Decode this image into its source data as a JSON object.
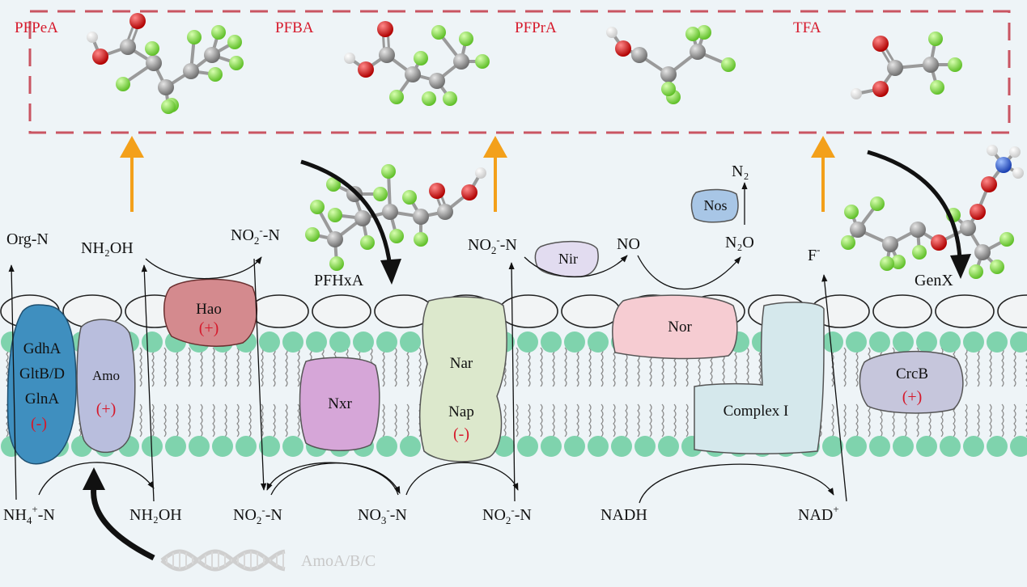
{
  "products": {
    "pfpea": "PFPeA",
    "pfba": "PFBA",
    "pfpra": "PFPrA",
    "tfa": "TFA"
  },
  "pollutants": {
    "pfhxa": "PFHxA",
    "genx": "GenX"
  },
  "species": {
    "org_n": "Org-N",
    "nh2oh_top": "NH₂OH",
    "no2_top_left_base": "NO",
    "no2_top_left_sub": "2",
    "no2_top_left_sup": "-",
    "no2_top_left_n": "-N",
    "no2_top_mid_base": "NO",
    "no2_top_mid_sub": "2",
    "no2_top_mid_sup": "-",
    "no2_top_mid_n": "-N",
    "no": "NO",
    "n2o": "N₂O",
    "n2": "N₂",
    "f_base": "F",
    "f_sup": "-",
    "nh4_base": "NH",
    "nh4_sub": "4",
    "nh4_sup": "+",
    "nh4_n": "-N",
    "nh2oh_bottom": "NH₂OH",
    "no2_bot1_base": "NO",
    "no2_bot1_sub": "2",
    "no2_bot1_sup": "-",
    "no2_bot1_n": "-N",
    "no3_base": "NO",
    "no3_sub": "3",
    "no3_sup": "-",
    "no3_n": "-N",
    "no2_bot2_base": "NO",
    "no2_bot2_sub": "2",
    "no2_bot2_sup": "-",
    "no2_bot2_n": "-N",
    "nadh": "NADH",
    "nad_base": "NAD",
    "nad_sup": "+"
  },
  "enzymes": {
    "gdha": "GdhA",
    "gltbd": "GltB/D",
    "glna": "GlnA",
    "gdh_sign": "(-)",
    "amo": "Amo",
    "amo_sign": "(+)",
    "hao": "Hao",
    "hao_sign": "(+)",
    "nxr": "Nxr",
    "nar": "Nar",
    "nap": "Nap",
    "nap_sign": "(-)",
    "nir": "Nir",
    "nos": "Nos",
    "nor": "Nor",
    "complex1": "Complex I",
    "crcb": "CrcB",
    "crcb_sign": "(+)"
  },
  "gene": {
    "label": "AmoA/B/C"
  },
  "colors": {
    "background": "#eef4f7",
    "dashed_box": "#c95562",
    "label_red": "#d6192b",
    "orange_arrow": "#f3a01a",
    "lipid_head": "#7fd3ad",
    "oval_fill": "#f2f4f5",
    "carbon": "#8e8e8e",
    "fluorine": "#8ee04a",
    "oxygen": "#e01818",
    "hydrogen": "#ffffff",
    "nitrogen": "#2e5fd8",
    "gdh": "#3f8fbf",
    "amo": "#b9bedd",
    "hao": "#d48a8e",
    "nxr": "#d6a6d8",
    "nar": "#dce8cc",
    "nir": "#e2dcf0",
    "nos": "#a8c6e6",
    "nor": "#f6ccd2",
    "complex1": "#d5e8ec",
    "crcb": "#c6c6dc"
  }
}
